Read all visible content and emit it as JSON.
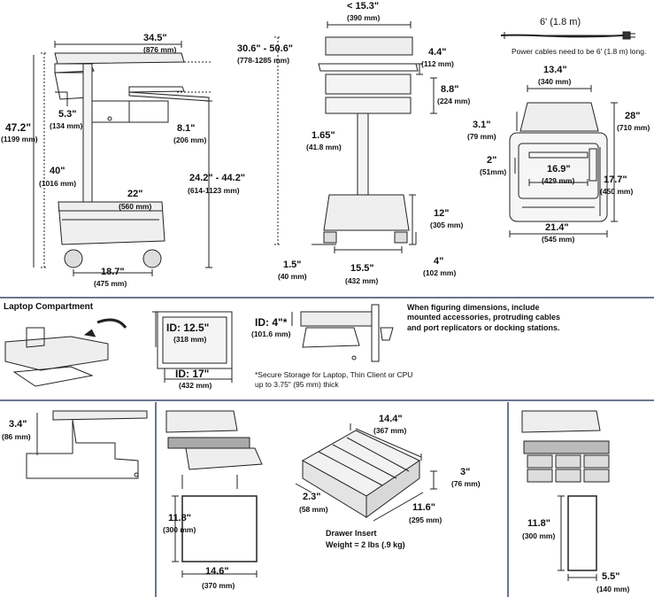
{
  "cart_side": {
    "width": {
      "in": "34.5\"",
      "mm": "(876 mm)"
    },
    "total_height": {
      "in": "47.2\"",
      "mm": "(1199 mm)"
    },
    "work_height": {
      "in": "40\"",
      "mm": "(1016 mm)"
    },
    "handle_offset": {
      "in": "5.3\"",
      "mm": "(134 mm)"
    },
    "tray_depth": {
      "in": "8.1\"",
      "mm": "(206 mm)"
    },
    "base_width": {
      "in": "22\"",
      "mm": "(560 mm)"
    },
    "keyboard_height": {
      "in": "24.2\" - 44.2\"",
      "mm": "(614-1123 mm)"
    },
    "wheelbase": {
      "in": "18.7\"",
      "mm": "(475 mm)"
    }
  },
  "cart_front": {
    "top_width": {
      "in": "< 15.3\"",
      "mm": "(390 mm)"
    },
    "height_range": {
      "in": "30.6\" - 50.6\"",
      "mm": "(778-1285 mm)"
    },
    "surface_gap": {
      "in": "4.4\"",
      "mm": "(112 mm)"
    },
    "drawer_height": {
      "in": "8.8\"",
      "mm": "(224 mm)"
    },
    "column": {
      "in": "1.65\"",
      "mm": "(41.8 mm)"
    },
    "base_height": {
      "in": "12\"",
      "mm": "(305 mm)"
    },
    "caster_offset": {
      "in": "1.5\"",
      "mm": "(40 mm)"
    },
    "base_width": {
      "in": "15.5\"",
      "mm": "(432 mm)"
    },
    "caster_height": {
      "in": "4\"",
      "mm": "(102 mm)"
    }
  },
  "power": {
    "length": "6' (1.8 m)",
    "note": "Power cables need to be 6' (1.8 m) long."
  },
  "top_view": {
    "width": {
      "in": "13.4\"",
      "mm": "(340 mm)"
    },
    "depth": {
      "in": "28\"",
      "mm": "(710 mm)"
    },
    "handle": {
      "in": "3.1\"",
      "mm": "(79 mm)"
    },
    "slot": {
      "in": "2\"",
      "mm": "(51mm)"
    },
    "inner_width": {
      "in": "16.9\"",
      "mm": "(429 mm)"
    },
    "inner_depth": {
      "in": "17.7\"",
      "mm": "(450 mm)"
    },
    "base_width": {
      "in": "21.4\"",
      "mm": "(545 mm)"
    }
  },
  "laptop": {
    "title": "Laptop Compartment",
    "id_depth": {
      "in": "ID: 12.5\"",
      "mm": "(318 mm)"
    },
    "id_width": {
      "in": "ID: 17\"",
      "mm": "(432 mm)"
    },
    "id_height": {
      "in": "ID: 4\"*",
      "mm": "(101.6 mm)"
    },
    "note": "*Secure Storage for Laptop, Thin Client or CPU up to 3.75\" (95 mm) thick",
    "dims_note": "When figuring dimensions, include mounted accessories, protruding cables and port replicators or docking stations."
  },
  "keyboard_tray": {
    "in": "3.4\"",
    "mm": "(86 mm)"
  },
  "drawer_single": {
    "height": {
      "in": "11.8\"",
      "mm": "(300 mm)"
    },
    "width": {
      "in": "14.6\"",
      "mm": "(370 mm)"
    }
  },
  "drawer_insert": {
    "width": {
      "in": "14.4\"",
      "mm": "(367 mm)"
    },
    "height": {
      "in": "3\"",
      "mm": "(76 mm)"
    },
    "cell": {
      "in": "2.3\"",
      "mm": "(58 mm)"
    },
    "depth": {
      "in": "11.6\"",
      "mm": "(295 mm)"
    },
    "title": "Drawer Insert",
    "weight": "Weight = 2 lbs (.9 kg)"
  },
  "drawer_multi": {
    "height": {
      "in": "11.8\"",
      "mm": "(300 mm)"
    },
    "width": {
      "in": "5.5\"",
      "mm": "(140 mm)"
    }
  },
  "colors": {
    "line": "#222222",
    "divider": "#3a4a6b",
    "fill": "#e6e6e6"
  }
}
